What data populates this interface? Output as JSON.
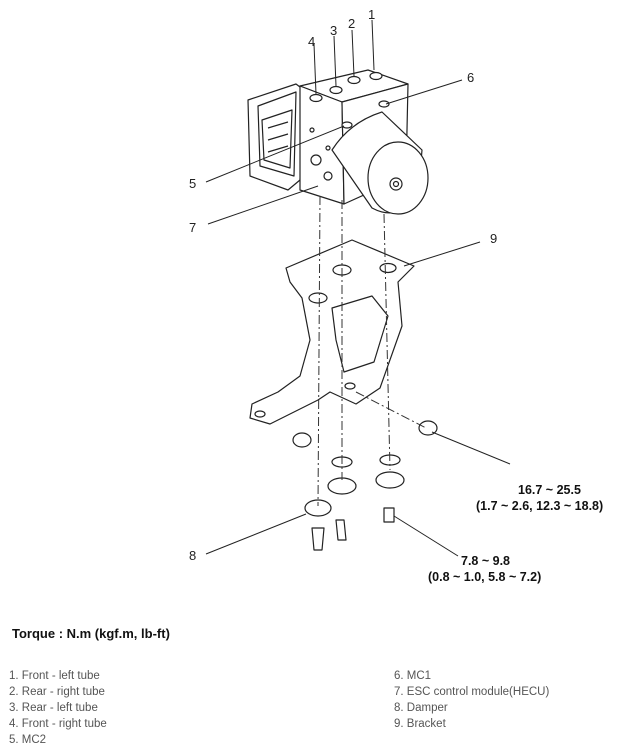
{
  "callouts": {
    "n1": "1",
    "n2": "2",
    "n3": "3",
    "n4": "4",
    "n5": "5",
    "n6": "6",
    "n7": "7",
    "n8": "8",
    "n9": "9"
  },
  "torque_upper": {
    "value": "16.7 ~ 25.5",
    "alt": "(1.7 ~ 2.6, 12.3 ~ 18.8)"
  },
  "torque_lower": {
    "value": "7.8 ~ 9.8",
    "alt": "(0.8 ~ 1.0, 5.8 ~ 7.2)"
  },
  "torque_title": "Torque : N.m (kgf.m, lb-ft)",
  "legend": {
    "left": [
      "1. Front - left tube",
      "2. Rear - right tube",
      "3. Rear - left tube",
      "4. Front - right tube",
      "5. MC2"
    ],
    "right": [
      "6. MC1",
      "7. ESC control module(HECU)",
      "8. Damper",
      "9. Bracket"
    ]
  }
}
